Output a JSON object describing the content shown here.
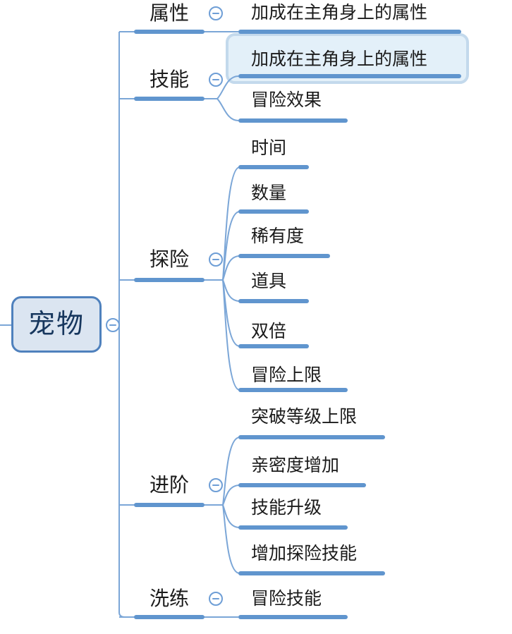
{
  "root": {
    "label": "宠物",
    "collapse_icon": "minus-circle"
  },
  "topics": [
    {
      "label": "属性",
      "collapse_icon": "minus-circle",
      "children": [
        {
          "label": "加成在主角身上的属性"
        }
      ]
    },
    {
      "label": "技能",
      "collapse_icon": "minus-circle",
      "children": [
        {
          "label": "加成在主角身上的属性",
          "selected": true
        },
        {
          "label": "冒险效果"
        }
      ]
    },
    {
      "label": "探险",
      "collapse_icon": "minus-circle",
      "children": [
        {
          "label": "时间"
        },
        {
          "label": "数量"
        },
        {
          "label": "稀有度"
        },
        {
          "label": "道具"
        },
        {
          "label": "双倍"
        },
        {
          "label": "冒险上限"
        }
      ]
    },
    {
      "label": "进阶",
      "collapse_icon": "minus-circle",
      "children": [
        {
          "label": "突破等级上限"
        },
        {
          "label": "亲密度增加"
        },
        {
          "label": "技能升级"
        },
        {
          "label": "增加探险技能"
        }
      ]
    },
    {
      "label": "洗练",
      "collapse_icon": "minus-circle",
      "children": [
        {
          "label": "冒险技能"
        }
      ]
    }
  ],
  "colors": {
    "line": "#7ba6d7",
    "branch_bold": "#6095ce",
    "root_fill": "#dbe5f1",
    "root_border": "#4f81bd",
    "root_text": "#17375e",
    "selected_fill": "#e3f0f9",
    "selected_border": "#c3d9ec",
    "text": "#1b1b1b"
  }
}
